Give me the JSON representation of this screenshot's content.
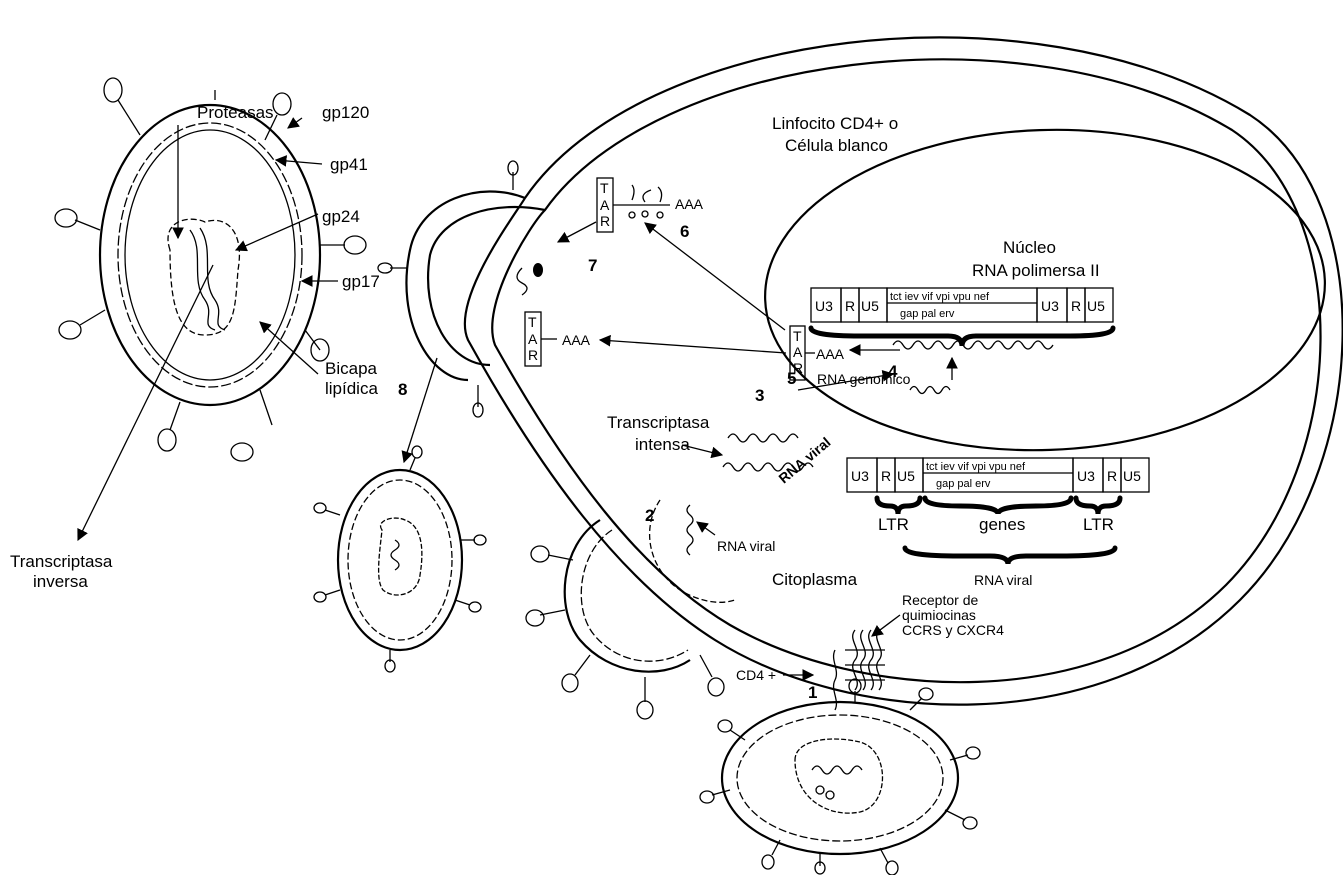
{
  "labels": {
    "proteasas": "Proteasas",
    "gp120": "gp120",
    "gp41": "gp41",
    "gp24": "gp24",
    "gp17": "gp17",
    "bicapa_1": "Bicapa",
    "bicapa_2": "lipídica",
    "transcriptasa_inversa_1": "Transcriptasa",
    "transcriptasa_inversa_2": "inversa",
    "cell_title_1": "Linfocito CD4+ o",
    "cell_title_2": "Célula blanco",
    "nucleo_1": "Núcleo",
    "nucleo_2": "RNA polimersa II",
    "rna_genomico": "RNA genomico",
    "transcriptasa_intensa_1": "Transcriptasa",
    "transcriptasa_intensa_2": "intensa",
    "rna_viral_rotated": "RNA viral",
    "rna_viral_small": "RNA viral",
    "citoplasma": "Citoplasma",
    "receptor_1": "Receptor de",
    "receptor_2": "quimiocinas",
    "receptor_3": "CCRS y CXCR4",
    "cd4": "CD4 +",
    "aaa": "AAA",
    "tar_t": "T",
    "tar_a": "A",
    "tar_r": "R"
  },
  "steps": [
    "1",
    "2",
    "3",
    "4",
    "5",
    "6",
    "7",
    "8"
  ],
  "genome_boxes": {
    "u3": "U3",
    "r": "R",
    "u5": "U5",
    "genes_top": "tct   iev   vif    vpi vpu nef",
    "genes_bottom": "gap          pal          erv"
  },
  "genome_brackets": {
    "ltr": "LTR",
    "genes": "genes",
    "rna_viral": "RNA viral"
  }
}
